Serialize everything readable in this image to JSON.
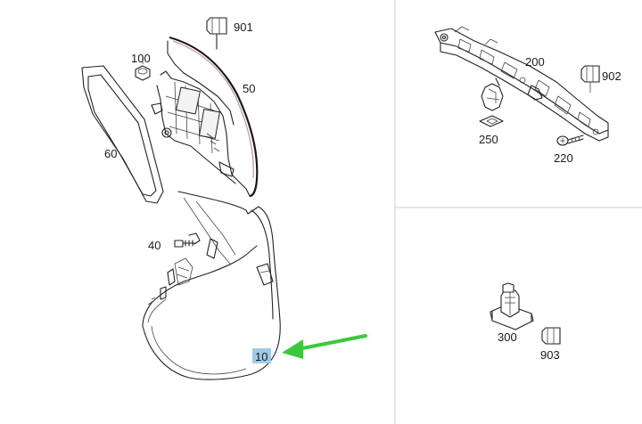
{
  "diagram": {
    "callouts": {
      "p10": "10",
      "p40": "40",
      "p50": "50",
      "p60": "60",
      "p100": "100",
      "p200": "200",
      "p220": "220",
      "p250": "250",
      "p300": "300",
      "p901": "901",
      "p902": "902",
      "p903": "903"
    },
    "highlighted_part": "10",
    "colors": {
      "highlight_fill": "#9ecbe6",
      "arrow": "#3cc83c",
      "divider": "#cfcfcf"
    }
  }
}
